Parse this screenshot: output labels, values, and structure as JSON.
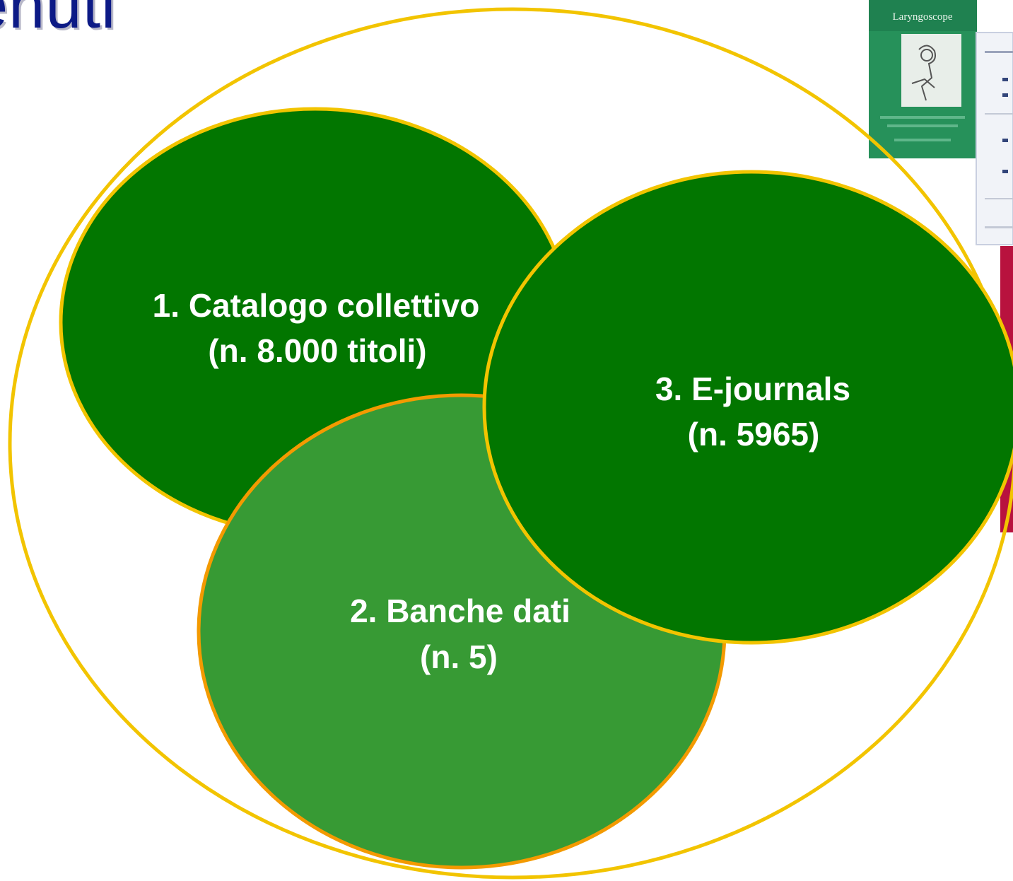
{
  "slide": {
    "heading": "enuti",
    "colors": {
      "heading": "#0c1a86",
      "outer_ring": "#f2c400",
      "dark_green": "#027600",
      "light_green": "#379a34",
      "orange_border": "#f39a00",
      "label": "#ffffff"
    }
  },
  "diagram": {
    "circles": [
      {
        "id": "catalogo",
        "line1": "1. Catalogo collettivo",
        "line2": "(n. 8.000 titoli)",
        "count": 8000
      },
      {
        "id": "banche-dati",
        "line1": "2. Banche dati",
        "line2": "(n. 5)",
        "count": 5
      },
      {
        "id": "e-journals",
        "line1": "3. E-journals",
        "line2": "(n. 5965)",
        "count": 5965
      }
    ]
  },
  "thumbnails": {
    "journal_cover_title": "Laryngoscope"
  }
}
